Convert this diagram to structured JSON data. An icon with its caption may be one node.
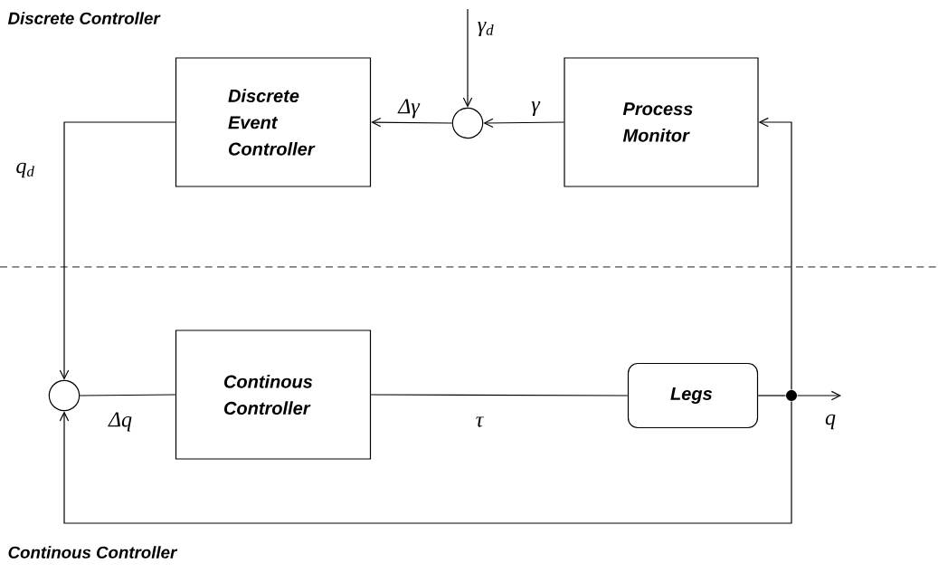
{
  "diagram": {
    "nodes": [
      {
        "text": [
          "Discrete Event Controller"
        ]
      },
      {
        "text": [],
        "shape": "circle"
      },
      {
        "text": [
          "Process Monitor"
        ]
      },
      {
        "text": [
          "Continous Controller"
        ]
      },
      {
        "text": [],
        "shape": "circle"
      },
      {
        "text": [
          "Legs"
        ]
      },
      {
        "text": [],
        "shape": "dot"
      }
    ],
    "edges": [
      {
        "from": null,
        "to": 1,
        "arrow": "to",
        "label": "γ$_{d}$"
      },
      {
        "from": 2,
        "to": 1,
        "arrow": "to",
        "label": "γ"
      },
      {
        "from": 1,
        "to": 0,
        "arrow": "to",
        "label": "Δγ"
      },
      {
        "from": 0,
        "to": 4,
        "arrow": "to",
        "label": "q$_{d}$"
      },
      {
        "from": 4,
        "to": 3,
        "arrow": "none",
        "label": "Δq"
      },
      {
        "from": 3,
        "to": 5,
        "arrow": "none",
        "label": "τ"
      },
      {
        "from": 5,
        "to": 6,
        "arrow": "none"
      },
      {
        "from": 6,
        "to": null,
        "arrow": "to",
        "label": "q"
      },
      {
        "from": 6,
        "to": 2,
        "arrow": "to"
      },
      {
        "from": 6,
        "to": 4,
        "arrow": "to"
      }
    ],
    "labels": [
      "Discrete Controller",
      "Continous Controller"
    ]
  }
}
